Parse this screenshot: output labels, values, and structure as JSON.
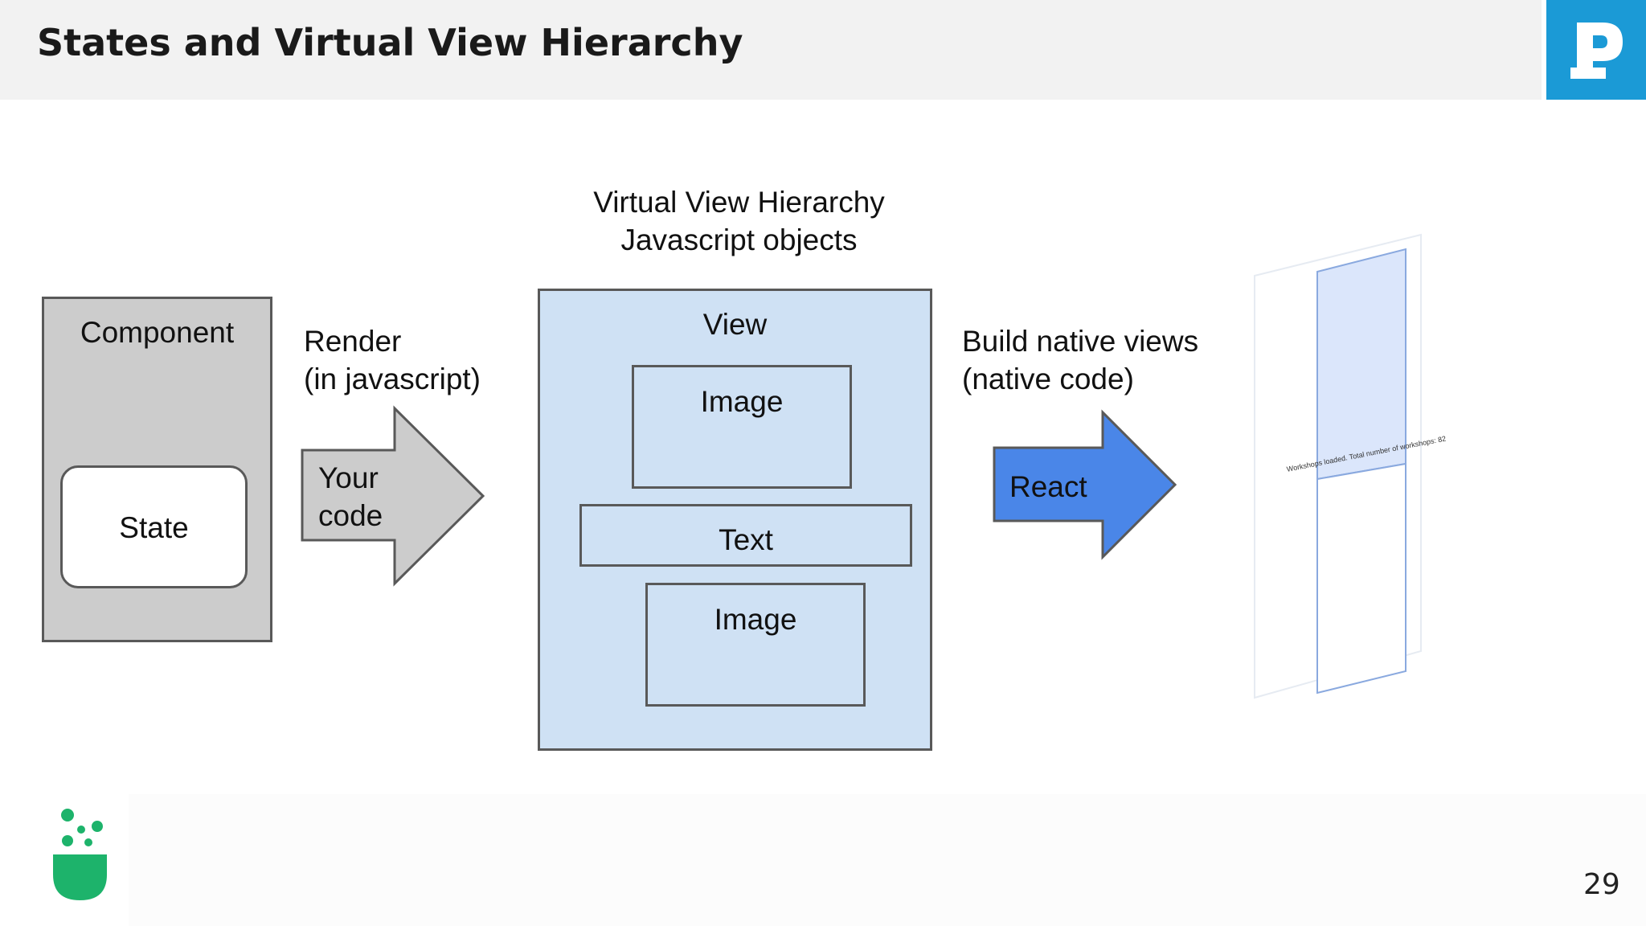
{
  "slide": {
    "title": "States and Virtual View Hierarchy",
    "page_number": "29"
  },
  "diagram": {
    "component_label": "Component",
    "state_label": "State",
    "render_label_line1": "Render",
    "render_label_line2": "(in javascript)",
    "your_code_line1": "Your",
    "your_code_line2": "code",
    "vvh_title_line1": "Virtual View Hierarchy",
    "vvh_title_line2": "Javascript objects",
    "view_label": "View",
    "image1_label": "Image",
    "text_label": "Text",
    "image2_label": "Image",
    "build_label_line1": "Build native views",
    "build_label_line2": "(native code)",
    "react_label": "React",
    "native_view_caption": "Workshops loaded. Total number of workshops: 82"
  },
  "icons": {
    "header_logo": "brand-p-logo-icon",
    "footer_logo": "beaker-logo-icon"
  },
  "colors": {
    "header_bg": "#f2f2f2",
    "logo_bg": "#1b9ad6",
    "component_fill": "#cccccc",
    "vvh_fill": "#cfe1f4",
    "react_arrow": "#4a86e8",
    "beaker_green": "#1db36b"
  }
}
